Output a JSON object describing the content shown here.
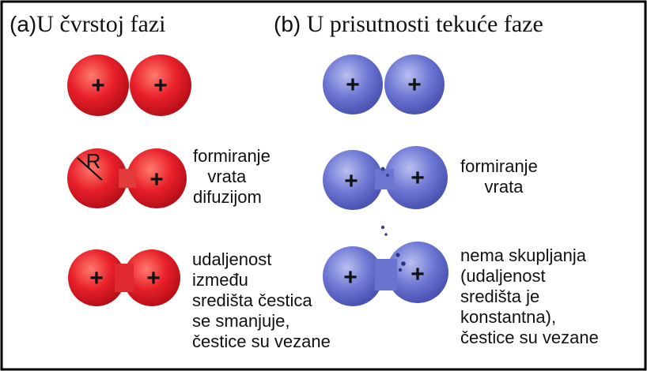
{
  "headings": {
    "solid_tag": "(a)",
    "solid_title": "U čvrstoj fazi",
    "liquid_tag": "(b)",
    "liquid_title": "U prisutnosti tekuće faze"
  },
  "particle": {
    "plus": "+",
    "radius_label": "R"
  },
  "colors": {
    "solid_particle": "#e8202a",
    "liquid_particle": "#5b63c8",
    "border": "#000000"
  },
  "notes": {
    "solid_neck": "formiranje\n   vrata\ndifuzijom",
    "solid_shrink": "udaljenost\nizmeđu\nsredišta čestica\nse smanjuje,\nčestice su vezane",
    "liquid_neck": "formiranje\n     vrata",
    "liquid_no_shrink": "nema skupljanja\n(udaljenost\nsredišta je\nkonstantna),\nčestice su vezane"
  }
}
